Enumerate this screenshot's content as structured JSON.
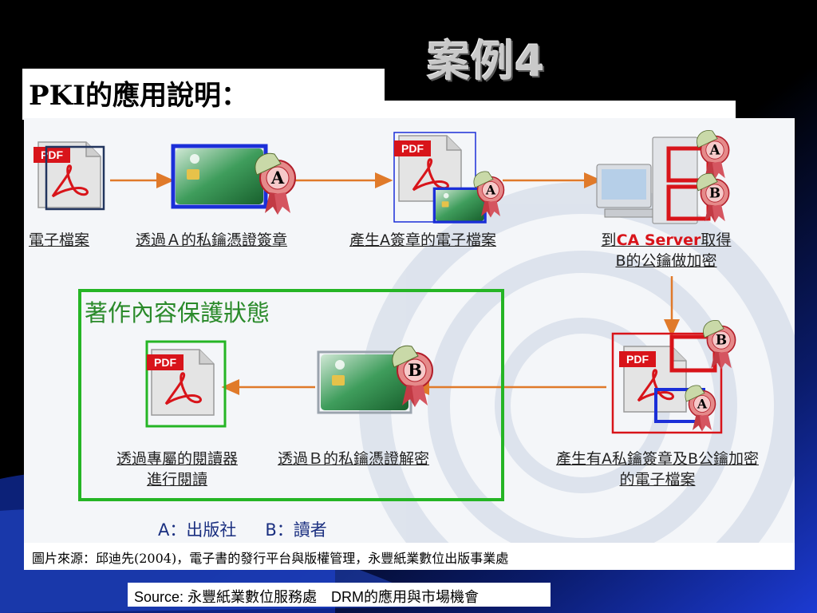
{
  "slide": {
    "title": "案例4",
    "subtitle": "PKI的應用說明："
  },
  "diagram": {
    "steps": [
      {
        "label": "電子檔案"
      },
      {
        "label": "透過Ａ的私鑰憑證簽章"
      },
      {
        "label": "產生A簽章的電子檔案"
      },
      {
        "label_prefix": "到",
        "label_highlight": "CA Server",
        "label_suffix": "取得",
        "label_line2": "B的公鑰做加密"
      },
      {
        "label": "產生有A私鑰簽章及B公鑰加密",
        "label_line2": "的電子檔案"
      },
      {
        "label": "透過Ｂ的私鑰憑證解密"
      },
      {
        "label": "透過專屬的閱讀器",
        "label_line2": "進行閱讀"
      }
    ],
    "badges": {
      "a": "A",
      "b": "B"
    },
    "pdf_icon_text": "PDF",
    "protect_title": "著作內容保護狀態",
    "legend": {
      "a": "A：出版社",
      "b": "B：讀者"
    }
  },
  "caption": "圖片來源：邱迪先(2004)，電子書的發行平台與版權管理，永豐紙業數位出版事業處",
  "source": "Source: 永豐紙業數位服務處　DRM的應用與市場機會",
  "colors": {
    "background": "#000000",
    "title_gray": "#c9c9c9",
    "accent_red": "#d8141a",
    "protect_green": "#25b525",
    "legend_blue": "#1a2f80",
    "arrow_orange": "#e07a2a",
    "card_border_blue": "#1b2fd8"
  }
}
